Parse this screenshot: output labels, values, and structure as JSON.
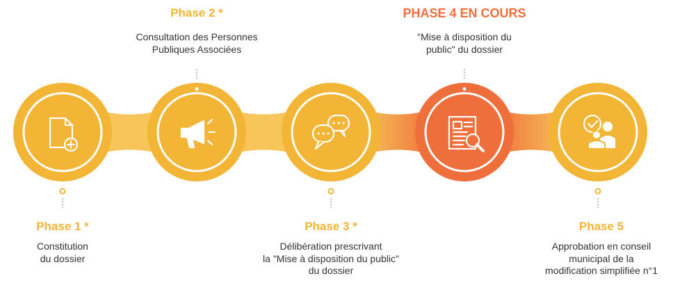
{
  "colors": {
    "accent": "#f2b535",
    "current": "#ef6f3c",
    "connector": "#f7c55a",
    "text": "#333333"
  },
  "phases": [
    {
      "title": "Phase 1 *",
      "description": [
        "Constitution",
        "du dossier"
      ],
      "icon": "document-add-icon",
      "status": "done"
    },
    {
      "title": "Phase 2 *",
      "description": [
        "Consultation des Personnes",
        "Publiques Associées"
      ],
      "icon": "megaphone-icon",
      "status": "done"
    },
    {
      "title": "Phase 3 *",
      "description": [
        "Délibération prescrivant",
        "la \"Mise à disposition du public\"",
        "du dossier"
      ],
      "icon": "chat-bubbles-icon",
      "status": "done"
    },
    {
      "title": "PHASE 4 EN COURS",
      "description": [
        "\"Mise à disposition du",
        "public\" du dossier"
      ],
      "icon": "document-search-icon",
      "status": "current"
    },
    {
      "title": "Phase 5",
      "description": [
        "Approbation en conseil",
        "municipal de la",
        "modification simplifiée n°1"
      ],
      "icon": "approved-group-icon",
      "status": "upcoming"
    }
  ]
}
